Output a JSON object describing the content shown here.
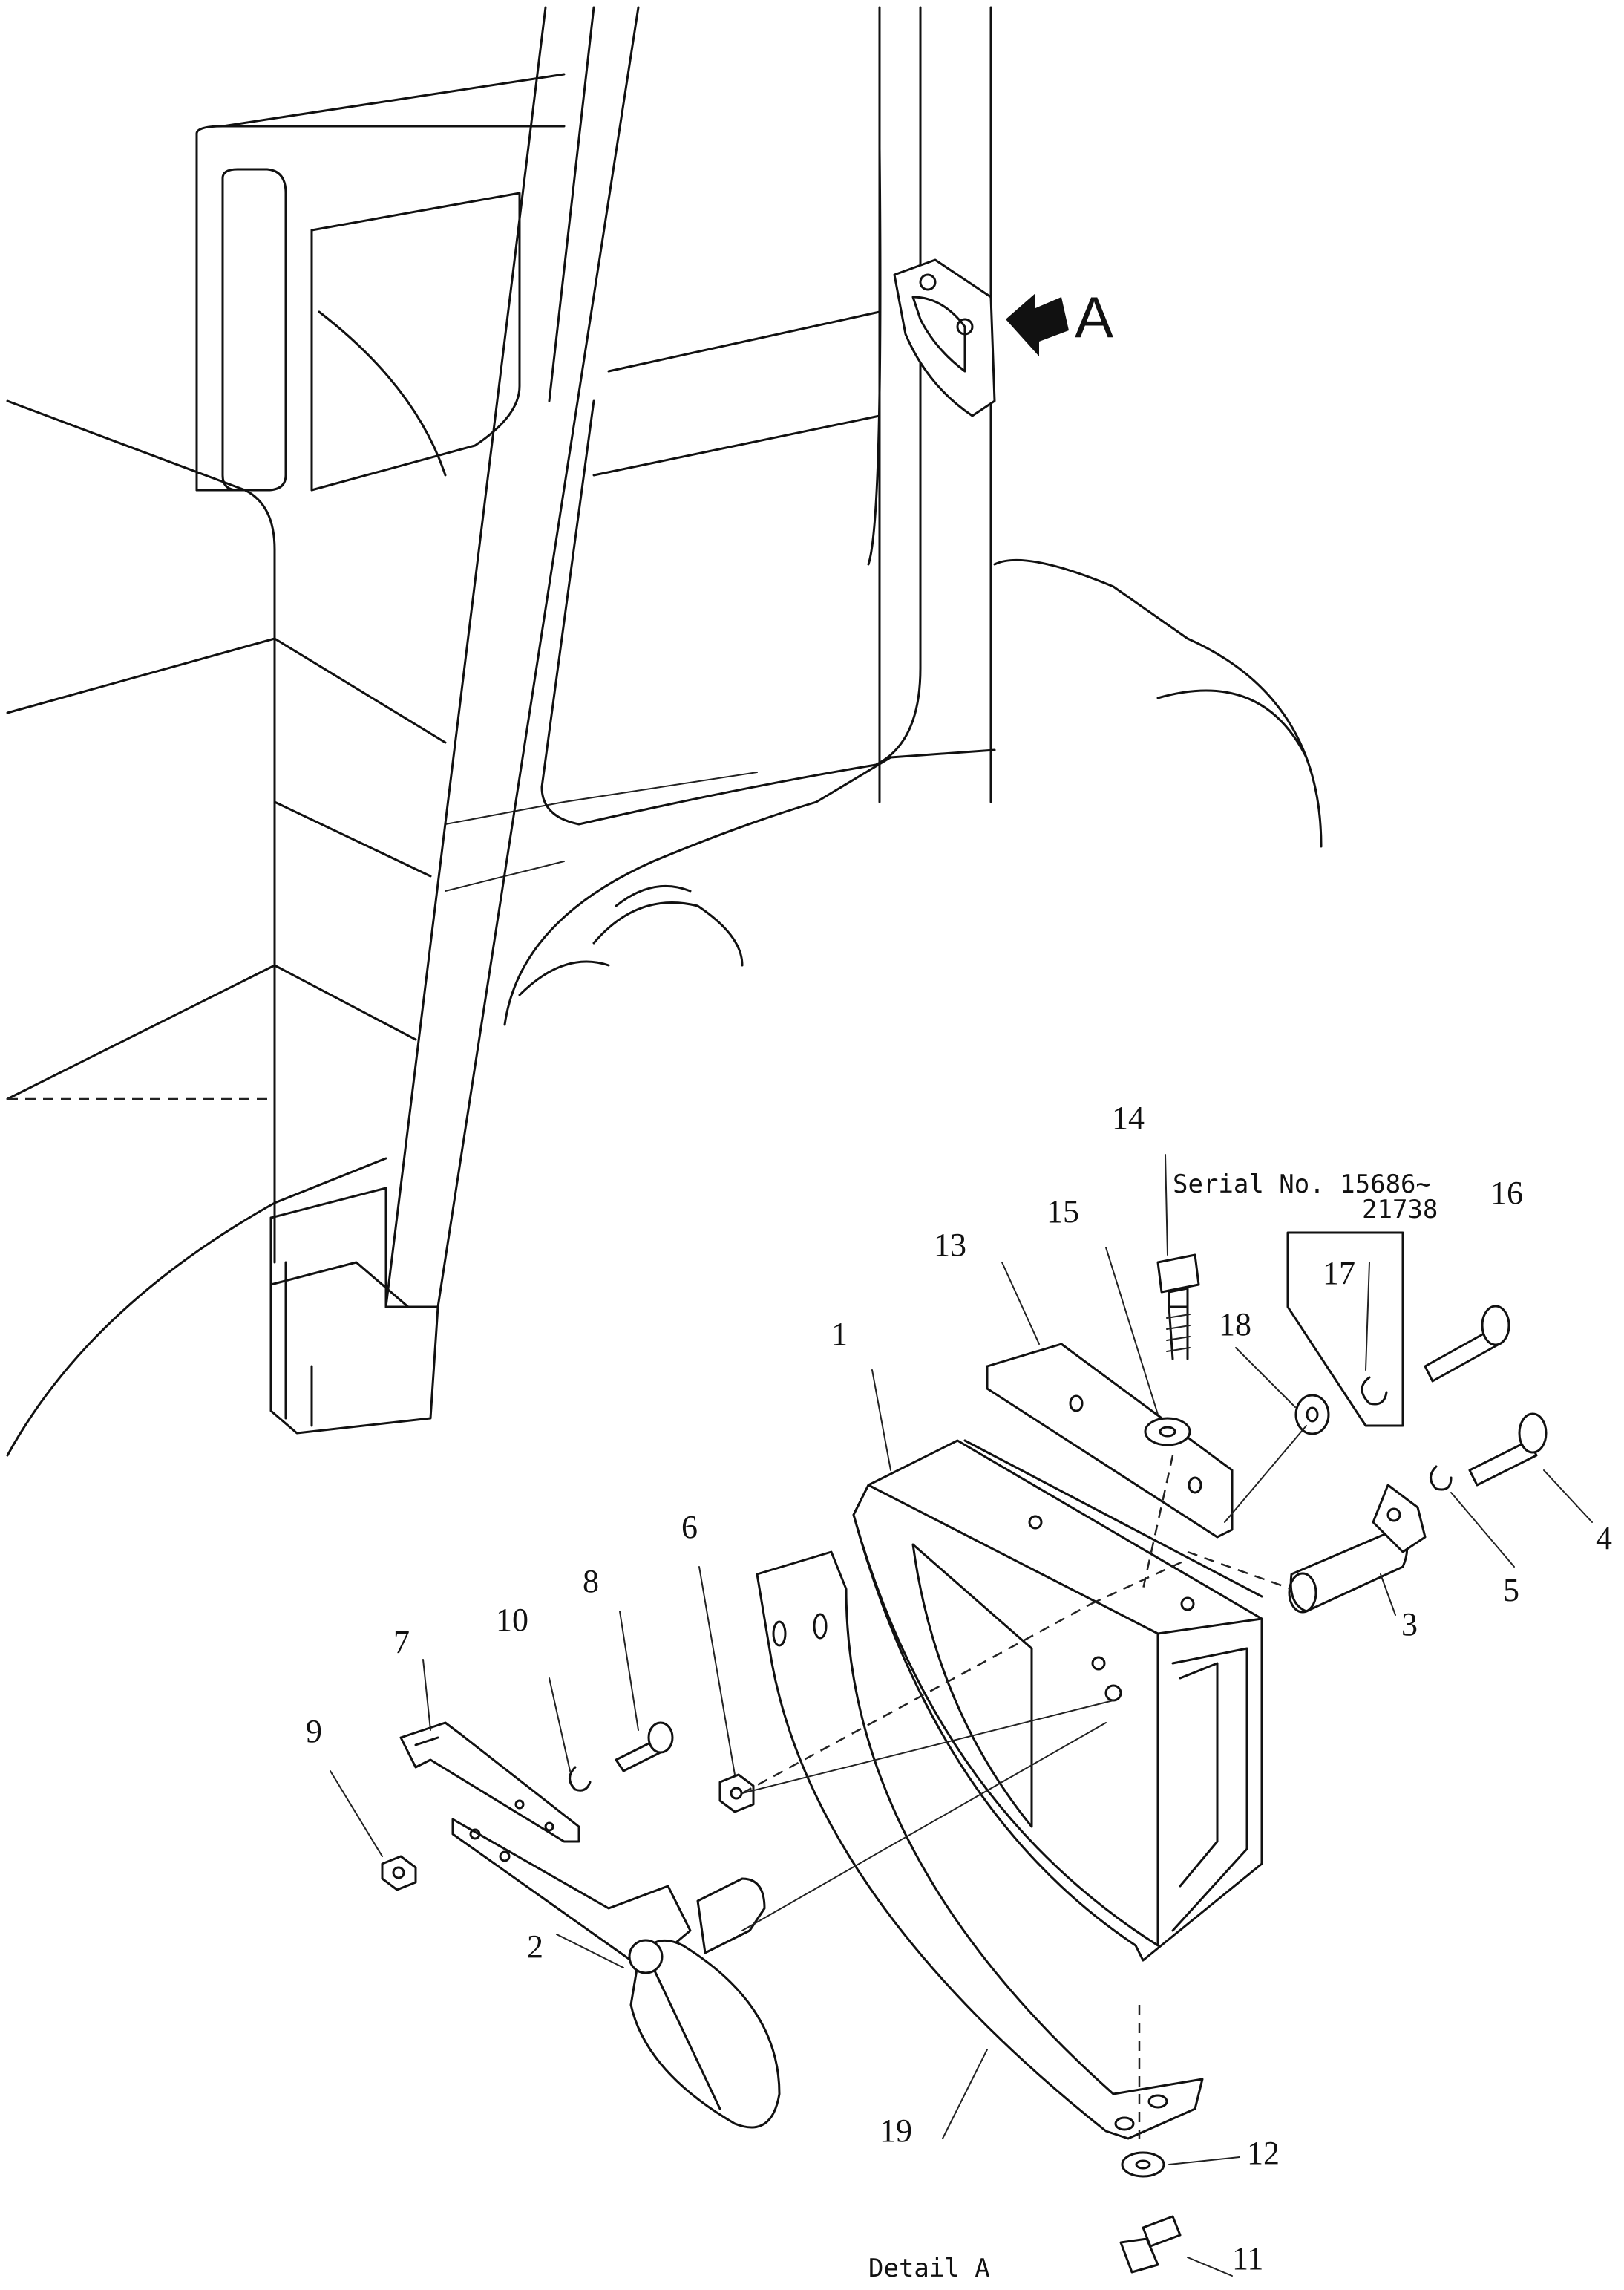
{
  "arrow_label": "A",
  "serial_note": {
    "line1": "Serial No. 15686~",
    "line2": "21738"
  },
  "caption": "Detail A",
  "callouts": [
    "1",
    "2",
    "3",
    "4",
    "5",
    "6",
    "7",
    "8",
    "9",
    "10",
    "11",
    "12",
    "13",
    "14",
    "15",
    "16",
    "17",
    "18",
    "19"
  ]
}
